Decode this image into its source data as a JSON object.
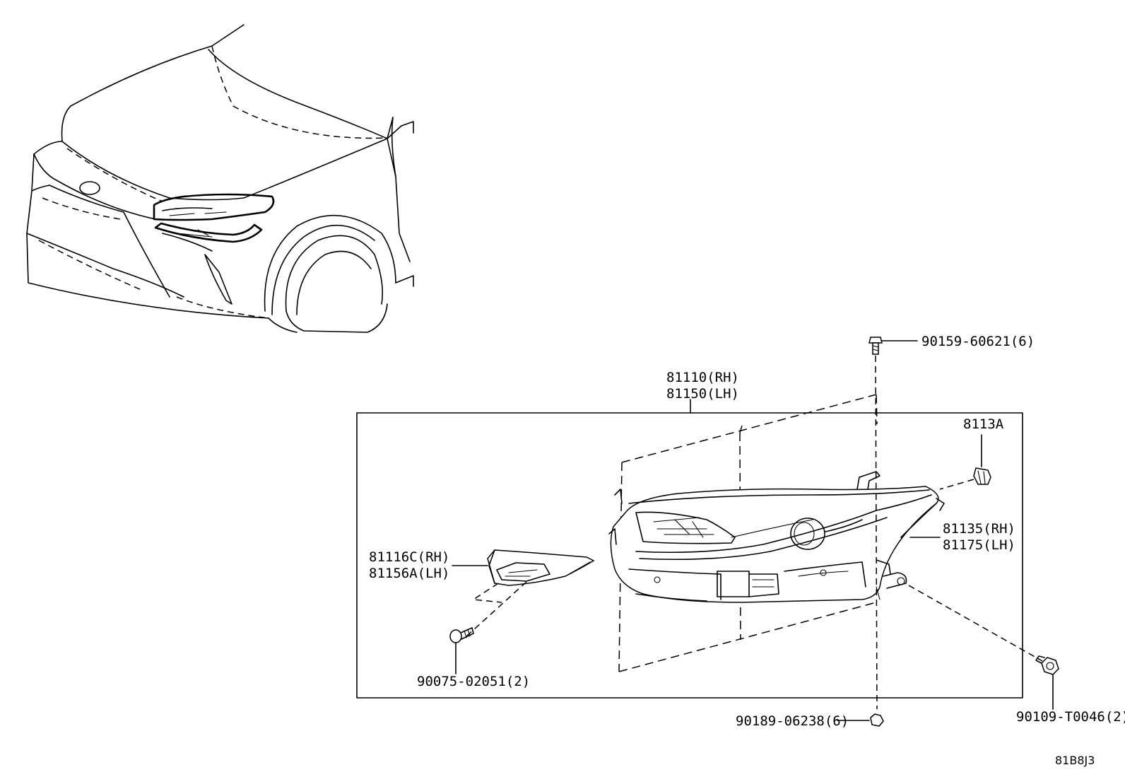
{
  "diagram": {
    "assembly_box_label_line1": "81110(RH)",
    "assembly_box_label_line2": "81150(LH)",
    "parts": {
      "bolt_top": "90159-60621(6)",
      "bolt_bottom": "90189-06238(6)",
      "clip": "8113A",
      "bracket_rh": "81135(RH)",
      "bracket_lh": "81175(LH)",
      "cover_rh": "81116C(RH)",
      "cover_lh": "81156A(LH)",
      "screw": "90075-02051(2)",
      "nut": "90109-T0046(2)"
    },
    "reference_code": "81B8J3"
  }
}
